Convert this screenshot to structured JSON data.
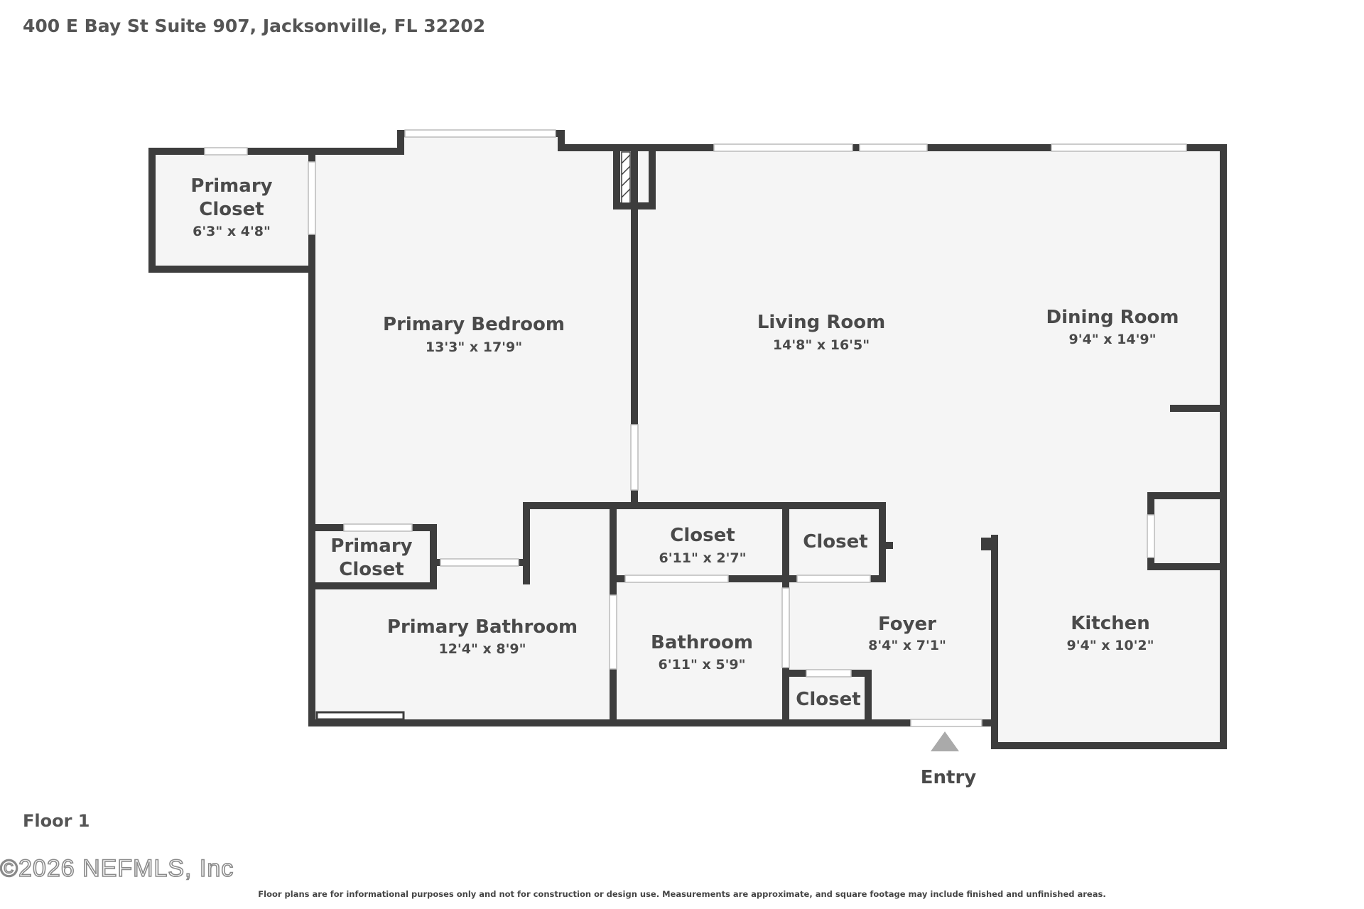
{
  "header": {
    "address": "400 E Bay St Suite 907, Jacksonville, FL 32202"
  },
  "floor_label": "Floor 1",
  "watermark": "©2026 NEFMLS, Inc",
  "disclaimer": "Floor plans are for informational purposes only and not for construction or design use. Measurements are approximate, and square footage may include finished and unfinished areas.",
  "entry_label": "Entry",
  "colors": {
    "wall": "#3d3d3d",
    "floor": "#f5f5f5",
    "window": "#ffffff",
    "entry_arrow": "#aaaaaa"
  },
  "rooms": {
    "primary_closet_top": {
      "name_line1": "Primary",
      "name_line2": "Closet",
      "dims": "6'3\" x 4'8\""
    },
    "primary_bedroom": {
      "name": "Primary Bedroom",
      "dims": "13'3\" x 17'9\""
    },
    "living_room": {
      "name": "Living Room",
      "dims": "14'8\" x 16'5\""
    },
    "dining_room": {
      "name": "Dining Room",
      "dims": "9'4\" x 14'9\""
    },
    "primary_closet_bottom": {
      "name_line1": "Primary",
      "name_line2": "Closet"
    },
    "closet_a": {
      "name": "Closet",
      "dims": "6'11\" x 2'7\""
    },
    "closet_b": {
      "name": "Closet"
    },
    "primary_bathroom": {
      "name": "Primary Bathroom",
      "dims": "12'4\" x 8'9\""
    },
    "bathroom": {
      "name": "Bathroom",
      "dims": "6'11\" x 5'9\""
    },
    "foyer": {
      "name": "Foyer",
      "dims": "8'4\" x 7'1\""
    },
    "kitchen": {
      "name": "Kitchen",
      "dims": "9'4\" x 10'2\""
    },
    "closet_c": {
      "name": "Closet"
    }
  }
}
